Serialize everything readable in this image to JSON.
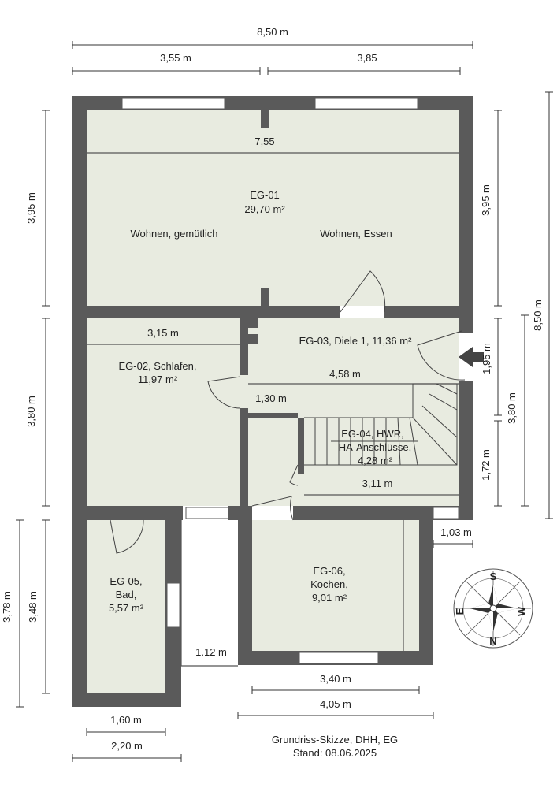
{
  "colors": {
    "wall": "#5a5a5a",
    "floor": "#e8ebe0",
    "line": "#333333"
  },
  "dimensions": {
    "total_width": "8,50 m",
    "top_left": "3,55 m",
    "top_right": "3,85",
    "left_upper": "3,95 m",
    "right_upper": "3,95 m",
    "total_height": "8,50 m",
    "left_middle": "3,80 m",
    "right_middle": "3,80 m",
    "door_right": "1,95 m",
    "right_lower": "1,72 m",
    "left_lower_outer": "3,78 m",
    "left_lower_inner": "3,48 m",
    "bottom_left_inner": "1,60 m",
    "bottom_left_outer": "2,20 m",
    "bottom_kitchen_inner": "3,40 m",
    "bottom_kitchen_outer": "4,05 m",
    "step_1_03": "1,03 m",
    "gap_1_12": "1.12 m",
    "inner_7_55": "7,55",
    "inner_3_15": "3,15 m",
    "inner_4_58": "4,58 m",
    "inner_1_30": "1,30 m",
    "inner_3_11": "3,11 m"
  },
  "rooms": {
    "eg01": {
      "id": "EG-01",
      "area": "29,70 m²",
      "left": "Wohnen, gemütlich",
      "right": "Wohnen, Essen"
    },
    "eg02": {
      "line1": "EG-02, Schlafen,",
      "line2": "11,97 m²"
    },
    "eg03": {
      "label": "EG-03, Diele 1, 11,36 m²"
    },
    "eg04": {
      "line1": "EG-04, HWR,",
      "line2": "HA-Anschlüsse,",
      "line3": "4,28 m²"
    },
    "eg05": {
      "line1": "EG-05,",
      "line2": "Bad,",
      "line3": "5,57 m²"
    },
    "eg06": {
      "line1": "EG-06,",
      "line2": "Kochen,",
      "line3": "9,01 m²"
    }
  },
  "compass": {
    "n": "N",
    "s": "S",
    "e": "E",
    "w": "W"
  },
  "caption": {
    "line1": "Grundriss-Skizze, DHH, EG",
    "line2": "Stand: 08.06.2025"
  }
}
